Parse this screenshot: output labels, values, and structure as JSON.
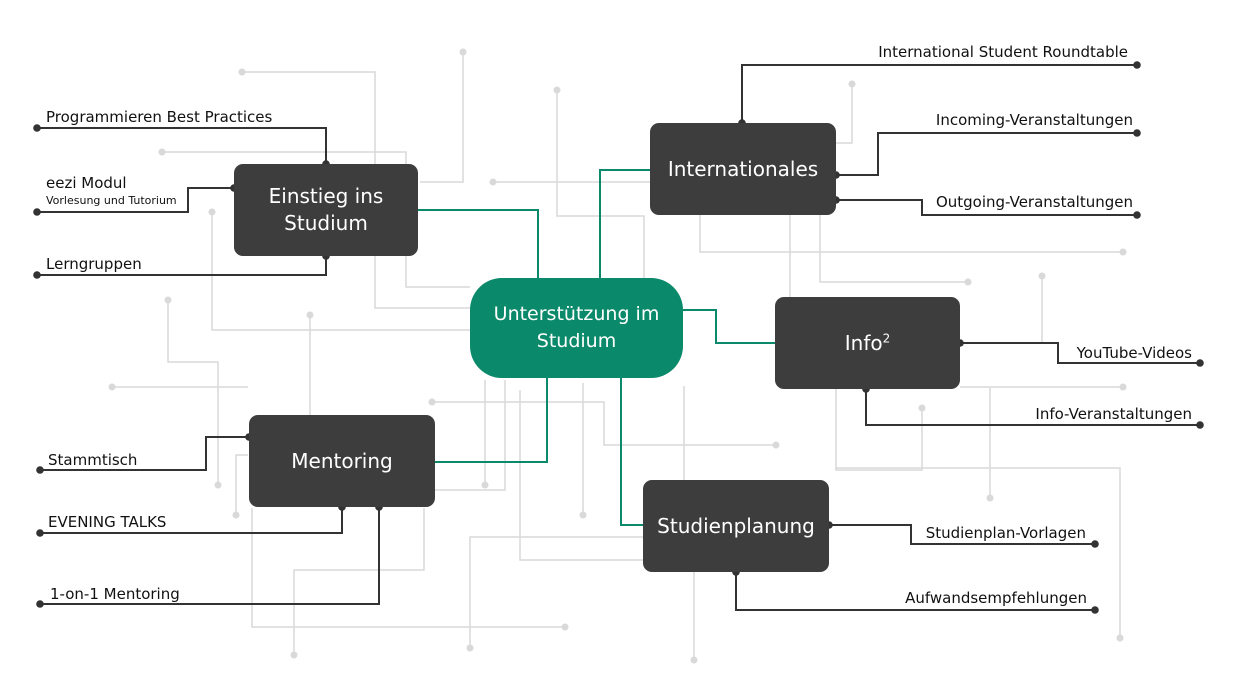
{
  "center": {
    "line1": "Unterstützung im",
    "line2": "Studium"
  },
  "categories": {
    "einstieg": {
      "line1": "Einstieg ins",
      "line2": "Studium"
    },
    "internationales": {
      "label": "Internationales"
    },
    "info": {
      "label": "Info",
      "superscript": "2"
    },
    "mentoring": {
      "label": "Mentoring"
    },
    "studienplanung": {
      "label": "Studienplanung"
    }
  },
  "leaves": {
    "einstieg": [
      {
        "label": "Programmieren Best Practices"
      },
      {
        "label": "eezi Modul",
        "sublabel": "Vorlesung und Tutorium"
      },
      {
        "label": "Lerngruppen"
      }
    ],
    "internationales": [
      {
        "label": "International Student Roundtable"
      },
      {
        "label": "Incoming-Veranstaltungen"
      },
      {
        "label": "Outgoing-Veranstaltungen"
      }
    ],
    "info": [
      {
        "label": "YouTube-Videos"
      },
      {
        "label": "Info-Veranstaltungen"
      }
    ],
    "mentoring": [
      {
        "label": "Stammtisch"
      },
      {
        "label": "EVENING TALKS"
      },
      {
        "label": "1-on-1 Mentoring"
      }
    ],
    "studienplanung": [
      {
        "label": "Studienplan-Vorlagen"
      },
      {
        "label": "Aufwandsempfehlungen"
      }
    ]
  },
  "colors": {
    "accent": "#0a8a6a",
    "node": "#3d3d3d",
    "connector": "#333333",
    "background_circuit": "#d9d9d9"
  }
}
